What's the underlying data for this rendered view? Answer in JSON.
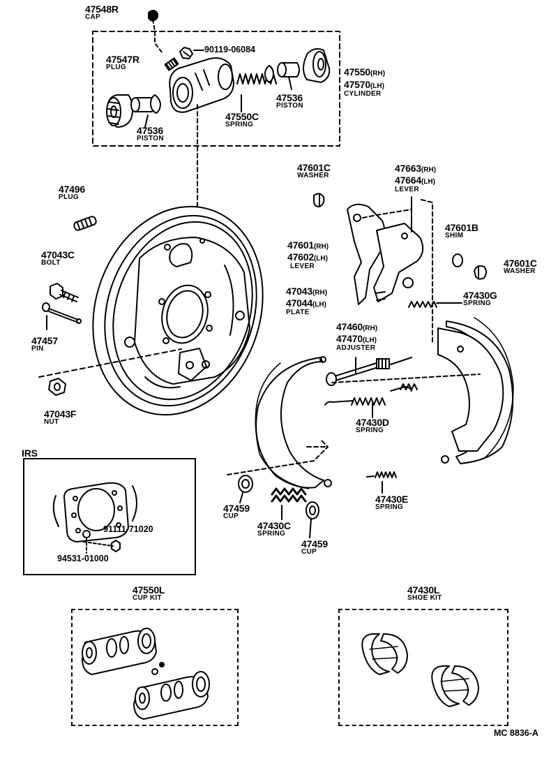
{
  "parts": {
    "cap": {
      "num": "47548R",
      "name": "CAP"
    },
    "bolt_90119": {
      "num": "90119-06084"
    },
    "plug_47547R": {
      "num": "47547R",
      "name": "PLUG"
    },
    "cylinder": {
      "num1": "47550",
      "sfx1": "(RH)",
      "num2": "47570",
      "sfx2": "(LH)",
      "name": "CYLINDER"
    },
    "piston_right": {
      "num": "47536",
      "name": "PISTON"
    },
    "spring_47550C": {
      "num": "47550C",
      "name": "SPRING"
    },
    "piston_left": {
      "num": "47536",
      "name": "PISTON"
    },
    "washer_47601C_top": {
      "num": "47601C",
      "name": "WASHER"
    },
    "lever_47663": {
      "num1": "47663",
      "sfx1": "(RH)",
      "num2": "47664",
      "sfx2": "(LH)",
      "name": "LEVER"
    },
    "plug_47496": {
      "num": "47496",
      "name": "PLUG"
    },
    "shim_47601B": {
      "num": "47601B",
      "name": "SHIM"
    },
    "lever_47601": {
      "num1": "47601",
      "sfx1": "(RH)",
      "num2": "47602",
      "sfx2": "(LH)",
      "name": "LEVER"
    },
    "washer_47601C_right": {
      "num": "47601C",
      "name": "WASHER"
    },
    "bolt_47043C": {
      "num": "47043C",
      "name": "BOLT"
    },
    "plate": {
      "num1": "47043",
      "sfx1": "(RH)",
      "num2": "47044",
      "sfx2": "(LH)",
      "name": "PLATE"
    },
    "spring_47430G": {
      "num": "47430G",
      "name": "SPRING"
    },
    "pin_47457": {
      "num": "47457",
      "name": "PIN"
    },
    "adjuster": {
      "num1": "47460",
      "sfx1": "(RH)",
      "num2": "47470",
      "sfx2": "(LH)",
      "name": "ADJUSTER"
    },
    "nut_47043F": {
      "num": "47043F",
      "name": "NUT"
    },
    "spring_47430D": {
      "num": "47430D",
      "name": "SPRING"
    },
    "spring_47430E": {
      "num": "47430E",
      "name": "SPRING"
    },
    "cup_left": {
      "num": "47459",
      "name": "CUP"
    },
    "spring_47430C": {
      "num": "47430C",
      "name": "SPRING"
    },
    "cup_bottom": {
      "num": "47459",
      "name": "CUP"
    },
    "cup_kit": {
      "num": "47550L",
      "name": "CUP KIT"
    },
    "shoe_kit": {
      "num": "47430L",
      "name": "SHOE KIT"
    }
  },
  "irs_box": {
    "title": "IRS",
    "part_a": "91111-71020",
    "part_b": "94531-01000"
  },
  "footer": {
    "code": "MC  8836-A"
  }
}
